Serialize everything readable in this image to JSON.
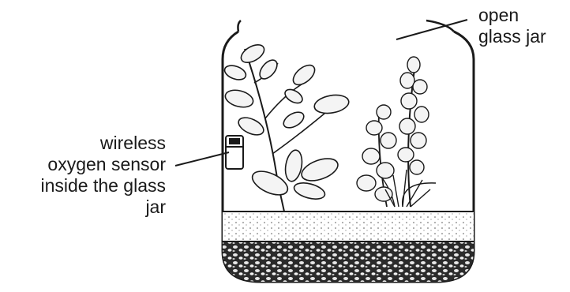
{
  "labels": {
    "jar": [
      "open",
      "glass jar"
    ],
    "sensor": [
      "wireless",
      "oxygen sensor",
      "inside the glass",
      "jar"
    ]
  },
  "colors": {
    "ink": "#1a1a1a",
    "background": "#ffffff"
  }
}
